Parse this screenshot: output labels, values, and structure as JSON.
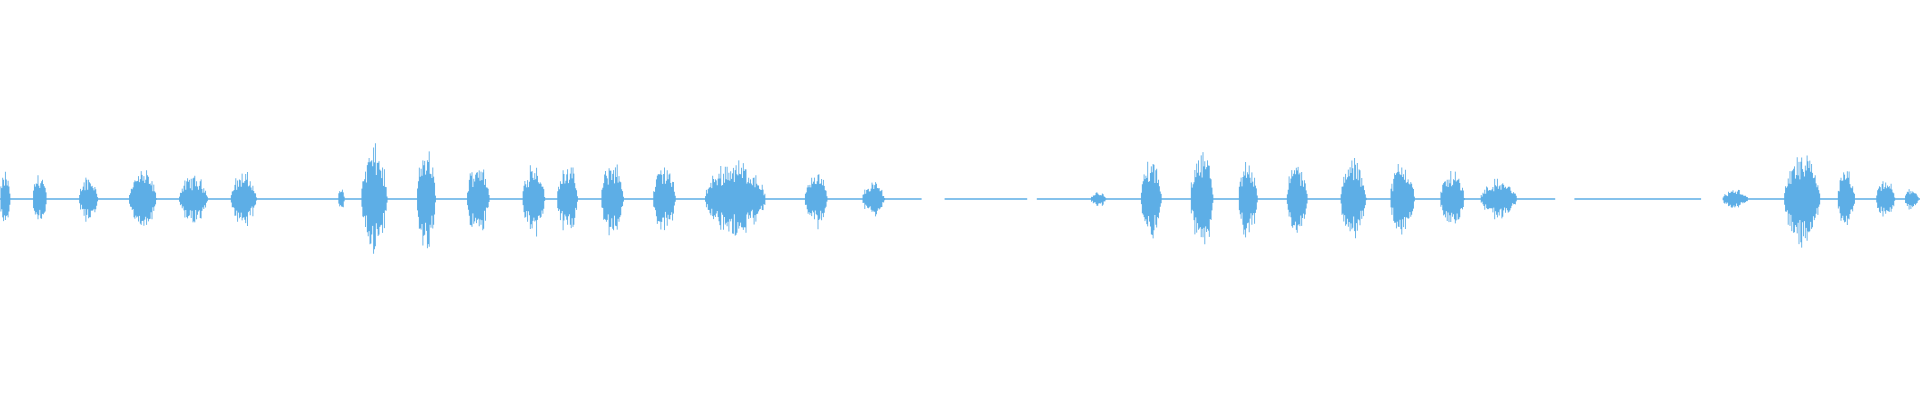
{
  "waveform": {
    "color": "#5daee6",
    "background": "#ffffff",
    "duration_fraction_note": "",
    "segments": [
      {
        "start": 0.0,
        "end": 0.006,
        "amplitude": 0.28
      },
      {
        "start": 0.017,
        "end": 0.025,
        "amplitude": 0.28
      },
      {
        "start": 0.041,
        "end": 0.052,
        "amplitude": 0.24
      },
      {
        "start": 0.067,
        "end": 0.083,
        "amplitude": 0.3
      },
      {
        "start": 0.093,
        "end": 0.11,
        "amplitude": 0.24
      },
      {
        "start": 0.12,
        "end": 0.135,
        "amplitude": 0.28
      },
      {
        "start": 0.176,
        "end": 0.18,
        "amplitude": 0.12
      },
      {
        "start": 0.188,
        "end": 0.203,
        "amplitude": 0.55
      },
      {
        "start": 0.217,
        "end": 0.228,
        "amplitude": 0.52
      },
      {
        "start": 0.243,
        "end": 0.256,
        "amplitude": 0.4
      },
      {
        "start": 0.272,
        "end": 0.285,
        "amplitude": 0.4
      },
      {
        "start": 0.29,
        "end": 0.302,
        "amplitude": 0.38
      },
      {
        "start": 0.313,
        "end": 0.326,
        "amplitude": 0.4
      },
      {
        "start": 0.34,
        "end": 0.353,
        "amplitude": 0.36
      },
      {
        "start": 0.367,
        "end": 0.402,
        "amplitude": 0.4
      },
      {
        "start": 0.419,
        "end": 0.432,
        "amplitude": 0.3
      },
      {
        "start": 0.449,
        "end": 0.462,
        "amplitude": 0.18
      },
      {
        "start": 0.568,
        "end": 0.577,
        "amplitude": 0.08
      },
      {
        "start": 0.594,
        "end": 0.606,
        "amplitude": 0.4
      },
      {
        "start": 0.62,
        "end": 0.633,
        "amplitude": 0.55
      },
      {
        "start": 0.645,
        "end": 0.656,
        "amplitude": 0.42
      },
      {
        "start": 0.67,
        "end": 0.682,
        "amplitude": 0.38
      },
      {
        "start": 0.698,
        "end": 0.713,
        "amplitude": 0.42
      },
      {
        "start": 0.724,
        "end": 0.738,
        "amplitude": 0.4
      },
      {
        "start": 0.75,
        "end": 0.764,
        "amplitude": 0.3
      },
      {
        "start": 0.771,
        "end": 0.792,
        "amplitude": 0.2
      },
      {
        "start": 0.897,
        "end": 0.912,
        "amplitude": 0.1
      },
      {
        "start": 0.929,
        "end": 0.95,
        "amplitude": 0.45
      },
      {
        "start": 0.957,
        "end": 0.967,
        "amplitude": 0.3
      },
      {
        "start": 0.977,
        "end": 0.988,
        "amplitude": 0.2
      },
      {
        "start": 0.992,
        "end": 1.0,
        "amplitude": 0.12
      }
    ],
    "baseline_gaps": [
      {
        "start": 0.48,
        "end": 0.492
      },
      {
        "start": 0.535,
        "end": 0.54
      },
      {
        "start": 0.81,
        "end": 0.82
      },
      {
        "start": 0.886,
        "end": 0.899
      }
    ]
  }
}
